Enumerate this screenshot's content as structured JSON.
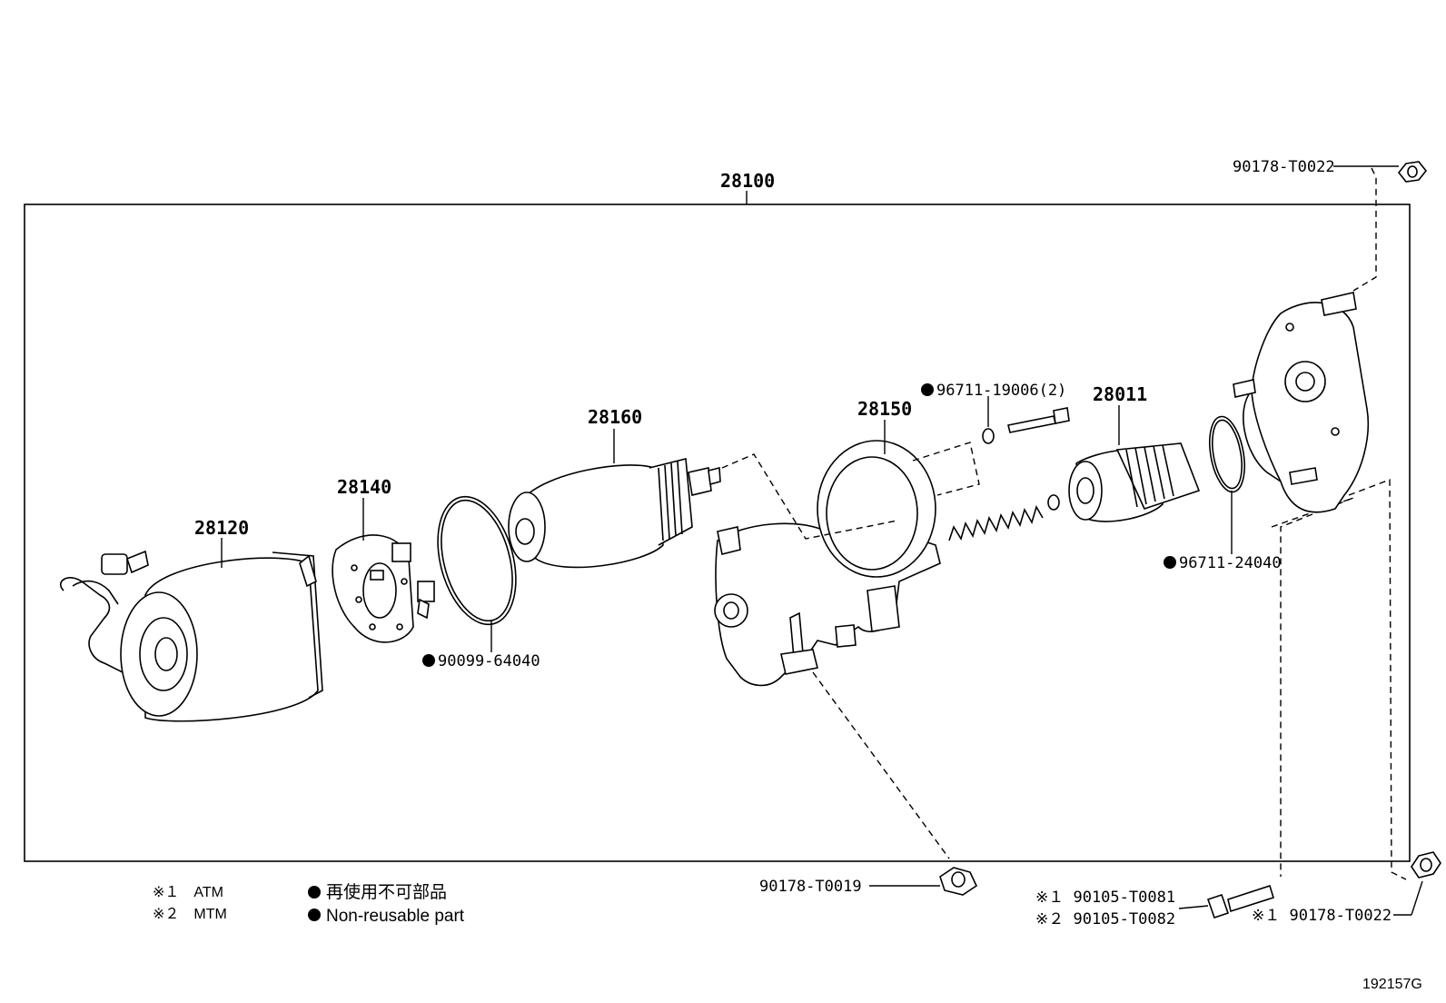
{
  "diagram": {
    "assembly": {
      "number": "28100"
    },
    "parts": {
      "p28120": "28120",
      "p28140": "28140",
      "p28160": "28160",
      "p28150": "28150",
      "p28011": "28011"
    },
    "fasteners": {
      "nut_top": "90178-T0022",
      "oring_small": "96711-19006(2)",
      "oring_large": "96711-24040",
      "oring_armature": "90099-64040",
      "nut_bottom": "90178-T0019",
      "bolt_atm": "※１ 90105-T0081",
      "bolt_mtm": "※２ 90105-T0082",
      "nut_right": "※１ 90178-T0022"
    },
    "legend": {
      "note1": "※１　ATM",
      "note2": "※２　MTM",
      "non_reusable_jp": "再使用不可部品",
      "non_reusable_en": "Non-reusable part"
    },
    "figure_id": "192157G"
  }
}
